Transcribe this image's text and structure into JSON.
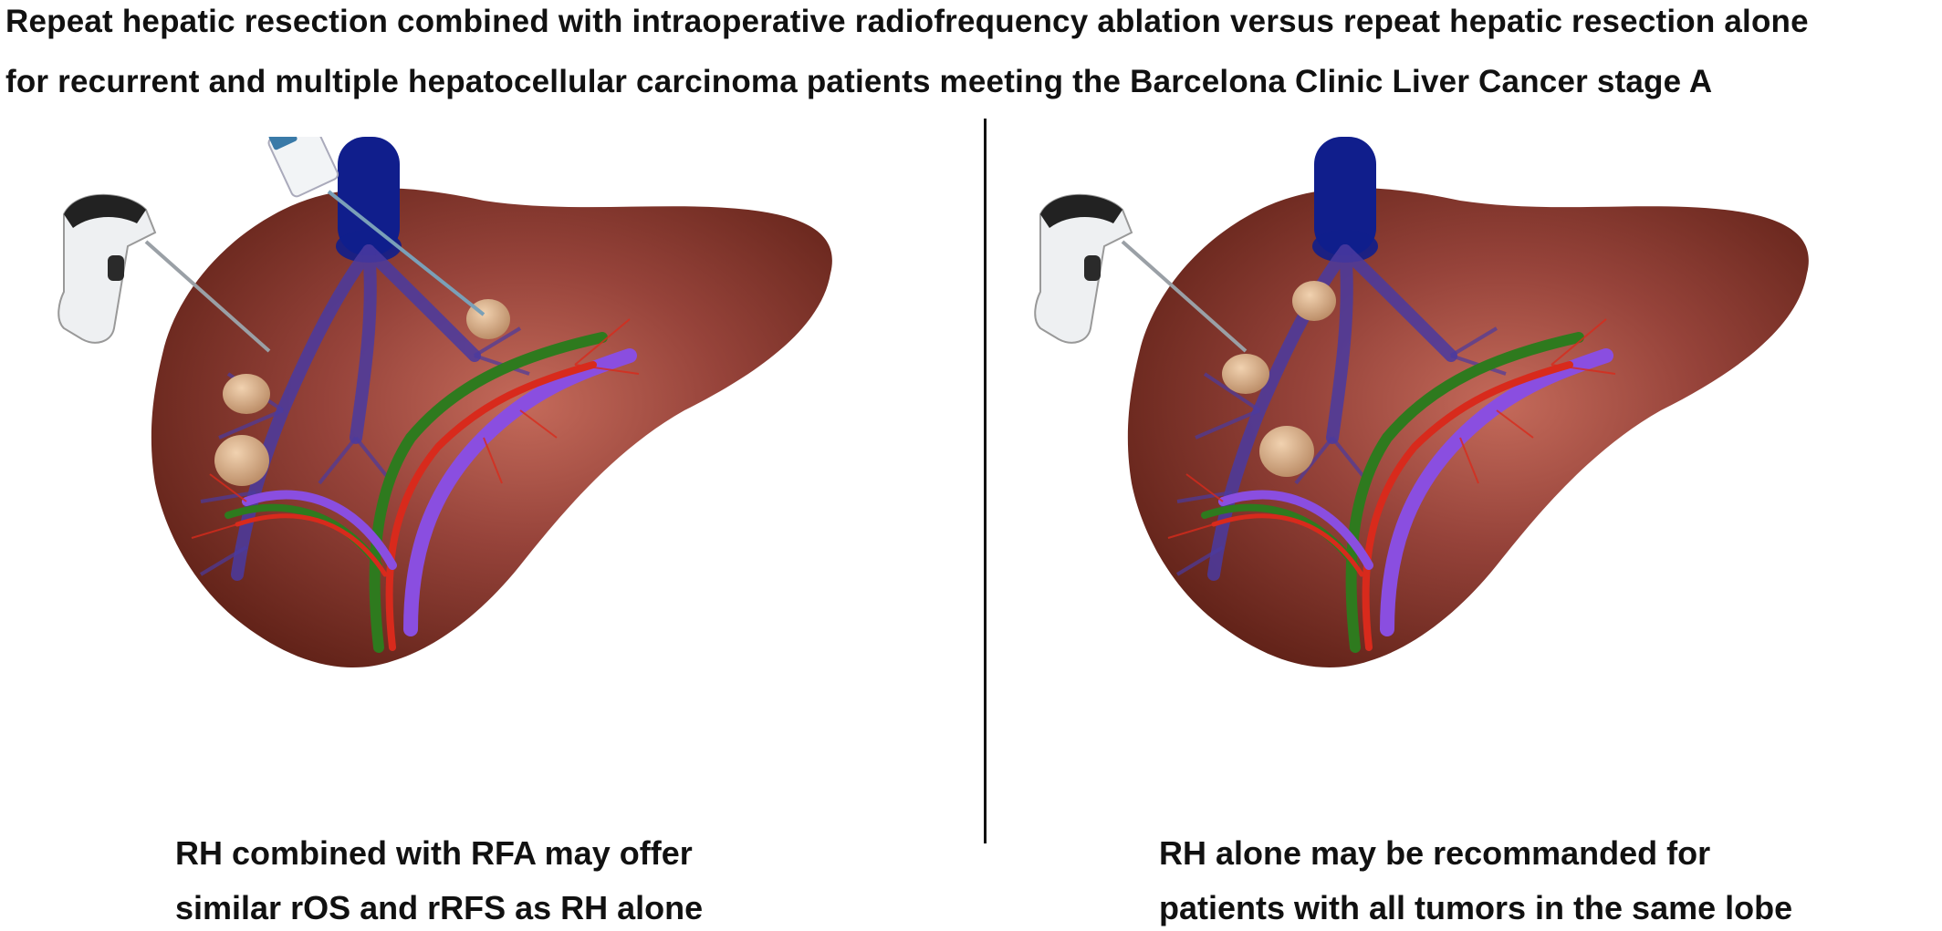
{
  "title": {
    "line1": "Repeat hepatic resection combined with intraoperative radiofrequency ablation versus repeat hepatic resection alone",
    "line2": "for recurrent and multiple hepatocellular carcinoma patients meeting the Barcelona Clinic Liver Cancer stage A"
  },
  "left_panel": {
    "caption_line1": "RH combined with RFA may offer",
    "caption_line2": "similar rOS and rRFS as RH alone"
  },
  "right_panel": {
    "caption_line1": "RH alone may be recommanded for",
    "caption_line2": "patients with all tumors in the same lobe"
  },
  "colors": {
    "liver": "#7a2e22",
    "liver_highlight": "#c46a5a",
    "vein_dark": "#101e8c",
    "vein_purple": "#5a3fb0",
    "portal_purple": "#8a4ee0",
    "artery_red": "#d82a1c",
    "bile_green": "#2e7a1e",
    "tumor": "#d9b08a"
  },
  "icons": [
    "resection-device-icon",
    "rfa-probe-icon",
    "liver-illustration",
    "tumor-nodule-icon"
  ]
}
